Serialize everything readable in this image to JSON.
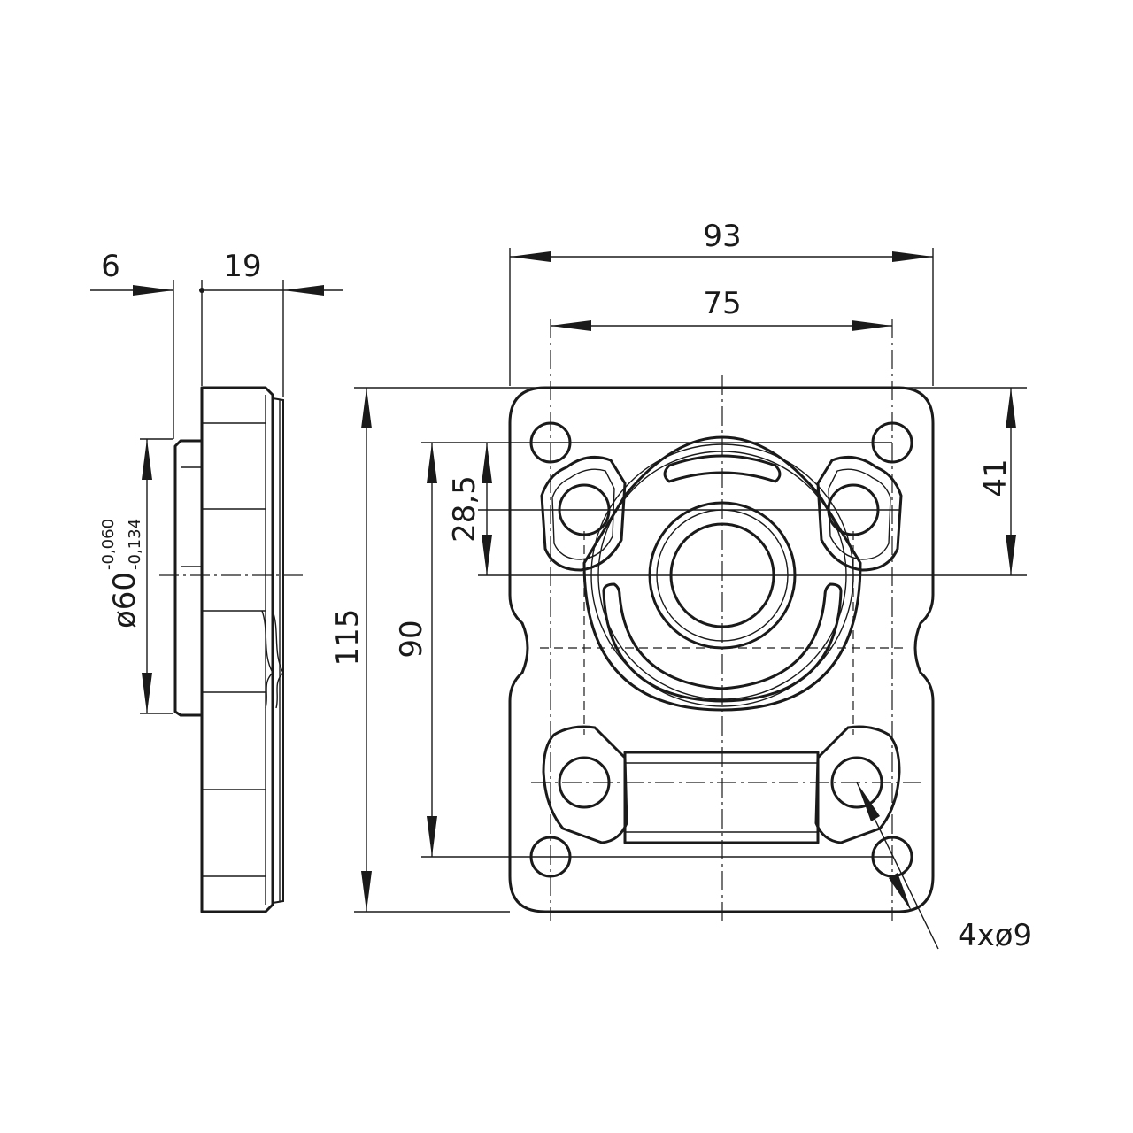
{
  "dimensions": {
    "width_overall": "93",
    "hole_spacing_width": "75",
    "height_overall": "115",
    "hole_spacing_height": "90",
    "top_to_center": "41",
    "slot_to_center": "28,5",
    "flange_thickness": "19",
    "spigot_length": "6",
    "spigot_diameter": "ø60",
    "spigot_tol_upper": "-0,060",
    "spigot_tol_lower": "-0,134",
    "holes_callout": "4xø9"
  }
}
